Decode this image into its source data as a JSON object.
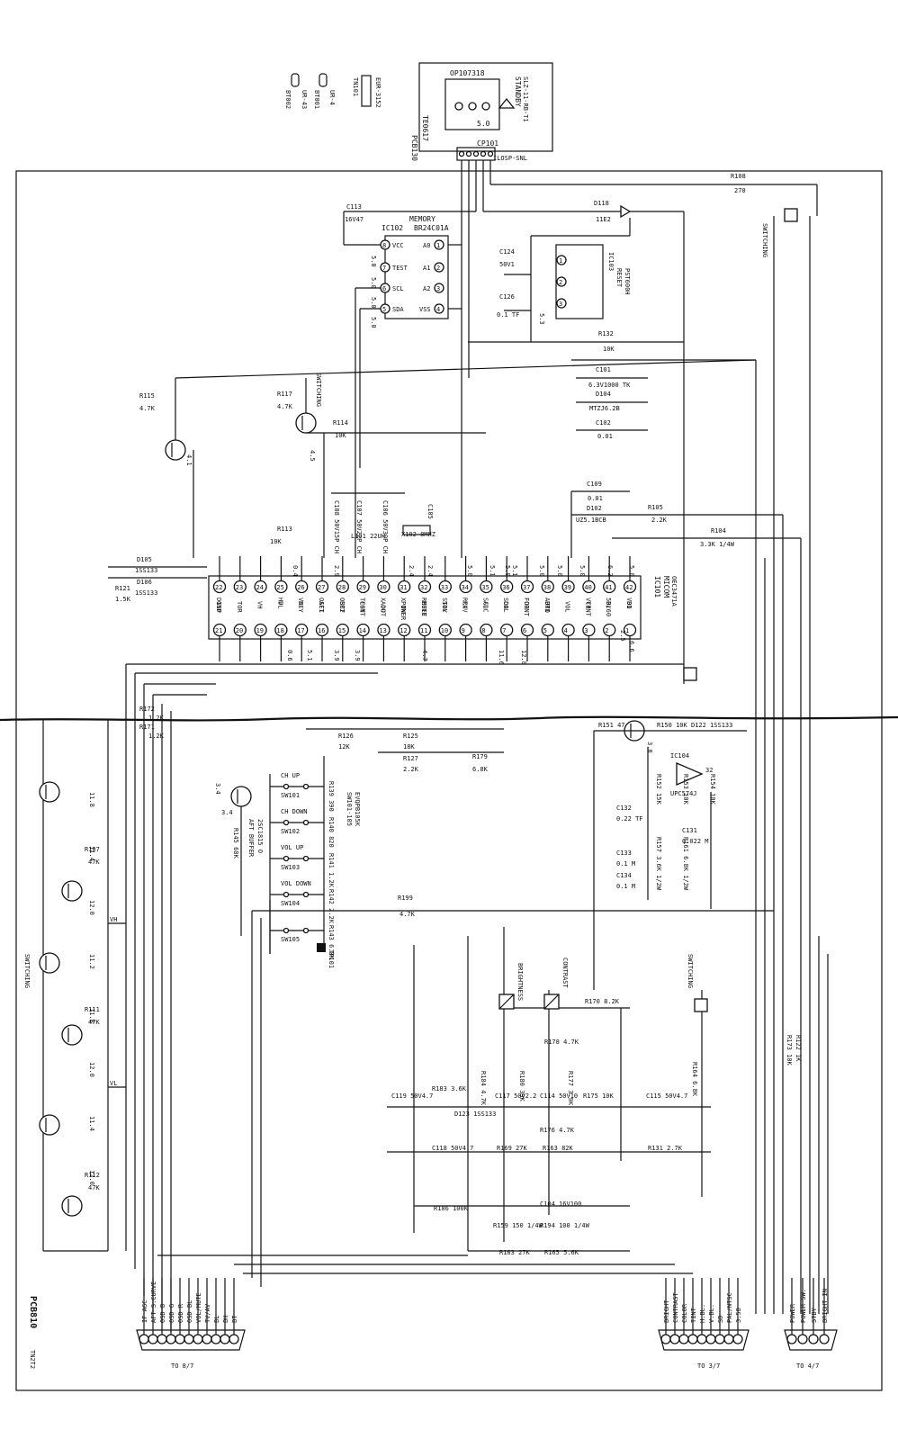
{
  "sheet": {
    "left_board": "PCB810",
    "left_code": "TN2T2",
    "to_left": "TO 8/7",
    "to_mid": "TO 3/7",
    "to_right": "TO 4/7"
  },
  "top_module": {
    "pcb": "PCB130",
    "part": "TE0617",
    "ic": "OP107318",
    "conn": "CP101",
    "conn_type": "ILOSP-SNL",
    "standby": "STANDBY",
    "led": "SLZ-11-RB-T1",
    "volt": "5.0"
  },
  "top_small": {
    "tp1": "TN101",
    "tp1_part": "EUR-3152",
    "tp2": "BT001",
    "tp2_part": "UR-4",
    "tp3": "BT002",
    "tp3_part": "UR-43"
  },
  "memory": {
    "label": "MEMORY",
    "ic": "IC102",
    "part": "BR24C01A",
    "pins": [
      {
        "n": "8",
        "name": "VCC"
      },
      {
        "n": "7",
        "name": "TEST"
      },
      {
        "n": "6",
        "name": "SCL"
      },
      {
        "n": "5",
        "name": "SDA"
      },
      {
        "n": "1",
        "name": "A0"
      },
      {
        "n": "2",
        "name": "A1"
      },
      {
        "n": "3",
        "name": "A2"
      },
      {
        "n": "4",
        "name": "VSS"
      }
    ],
    "volts": [
      "5.0",
      "5.0",
      "5.0",
      "5.0"
    ]
  },
  "reset": {
    "ic": "IC103",
    "label": "RESET",
    "part": "PST600H",
    "pins": [
      "1",
      "2",
      "3"
    ],
    "volt": "5.3"
  },
  "cap_top": {
    "ref": "C113",
    "val": "16V47"
  },
  "d118": {
    "ref": "D118",
    "val": "11E2"
  },
  "r108": {
    "ref": "R108",
    "val": "270"
  },
  "c124": {
    "ref": "C124",
    "val": "50V1"
  },
  "c126": {
    "ref": "C126",
    "val": "0.1 TF"
  },
  "r132": {
    "ref": "R132",
    "val": "10K"
  },
  "c101": {
    "ref": "C101",
    "val": "6.3V1000 TK"
  },
  "d104": {
    "ref": "D104",
    "val": "MTZJ6.2B"
  },
  "c102": {
    "ref": "C102",
    "val": "0.01"
  },
  "c109": {
    "ref": "C109",
    "val": "0.01"
  },
  "d102": {
    "ref": "D102",
    "val": "UZ5.1BCB"
  },
  "r105": {
    "ref": "R105",
    "val": "2.2K"
  },
  "r104": {
    "ref": "R104",
    "val": "3.3K 1/4W"
  },
  "r114": {
    "ref": "R114",
    "val": "10K"
  },
  "r117": {
    "ref": "R117",
    "val": "4.7K"
  },
  "r115": {
    "ref": "R115",
    "val": "4.7K"
  },
  "d105": {
    "ref": "D105",
    "val": "1SS133"
  },
  "d106": {
    "ref": "D106",
    "val": "1SS133"
  },
  "r121": {
    "ref": "R121",
    "val": "1.5K"
  },
  "r113": {
    "ref": "R113",
    "val": "10K"
  },
  "r126": {
    "ref": "R126",
    "val": "12K"
  },
  "r125": {
    "ref": "R125",
    "val": "18K"
  },
  "r127": {
    "ref": "R127",
    "val": "2.2K"
  },
  "r179": {
    "ref": "R179",
    "val": "6.8K"
  },
  "r172": {
    "ref": "R172",
    "val": "1.2K"
  },
  "r171": {
    "ref": "R171",
    "val": "1.2K"
  },
  "r107": {
    "ref": "R107",
    "val": "47K"
  },
  "r111": {
    "ref": "R111",
    "val": "47K"
  },
  "r112": {
    "ref": "R112",
    "val": "47K"
  },
  "r199": {
    "ref": "R199",
    "val": "4.7K"
  },
  "micom": {
    "ic": "IC101",
    "label": "MICOM",
    "part": "OEC3471A",
    "top_pins": [
      {
        "n": "22",
        "name": "DISP"
      },
      {
        "n": "23",
        "name": ""
      },
      {
        "n": "24",
        "name": ""
      },
      {
        "n": "25",
        "name": "HD"
      },
      {
        "n": "26",
        "name": "VD"
      },
      {
        "n": "27",
        "name": "OSC1"
      },
      {
        "n": "28",
        "name": "OSC2"
      },
      {
        "n": "29",
        "name": "TEST"
      },
      {
        "n": "30",
        "name": "X OUT"
      },
      {
        "n": "31",
        "name": "X IN"
      },
      {
        "n": "32",
        "name": "RESET"
      },
      {
        "n": "33",
        "name": "STBY"
      },
      {
        "n": "34",
        "name": "RCV"
      },
      {
        "n": "35",
        "name": "SCL"
      },
      {
        "n": "36",
        "name": "SDA"
      },
      {
        "n": "37",
        "name": "FOR"
      },
      {
        "n": "38",
        "name": "AUTO"
      },
      {
        "n": "39",
        "name": ""
      },
      {
        "n": "40",
        "name": "VCR"
      },
      {
        "n": "41",
        "name": "50/60"
      },
      {
        "n": "42",
        "name": "VDD"
      }
    ],
    "bottom_pins": [
      {
        "n": "21",
        "name": "GND"
      },
      {
        "n": "20",
        "name": "TOR"
      },
      {
        "n": "19",
        "name": "VH"
      },
      {
        "n": "18",
        "name": "VL"
      },
      {
        "n": "17",
        "name": "KEY"
      },
      {
        "n": "16",
        "name": "AFT"
      },
      {
        "n": "15",
        "name": "BRT"
      },
      {
        "n": "14",
        "name": "CONT"
      },
      {
        "n": "13",
        "name": "ADO"
      },
      {
        "n": "12",
        "name": "POWER"
      },
      {
        "n": "11",
        "name": "MUTE"
      },
      {
        "n": "10",
        "name": "SOL"
      },
      {
        "n": "9",
        "name": "RAV"
      },
      {
        "n": "8",
        "name": "ADC"
      },
      {
        "n": "7",
        "name": "COL"
      },
      {
        "n": "6",
        "name": "CONT"
      },
      {
        "n": "5",
        "name": "BRI"
      },
      {
        "n": "4",
        "name": "VOL"
      },
      {
        "n": "3",
        "name": "TINT"
      },
      {
        "n": "2",
        "name": "BL"
      },
      {
        "n": "1",
        "name": "B1"
      }
    ]
  },
  "osc_parts": {
    "c108": "C108 50V15P CH",
    "c107": "C107 50V22P CH",
    "l101": "L101 22UH",
    "c106": "C106 50V30P CH",
    "x102": "X102 8MHZ",
    "c105": "C105"
  },
  "keys": {
    "ref": "SW101-105",
    "part": "EVQPB105K",
    "items": [
      {
        "sw": "SW101",
        "name": "CH UP",
        "r": "R139 390"
      },
      {
        "sw": "SW102",
        "name": "CH DOWN",
        "r": "R140 820"
      },
      {
        "sw": "SW103",
        "name": "VOL UP",
        "r": "R141 1.2K"
      },
      {
        "sw": "SW104",
        "name": "VOL DOWN",
        "r": "R142 2.2K"
      },
      {
        "sw": "SW105",
        "name": "",
        "r": "R143 6.8K"
      }
    ],
    "tp": "TP101"
  },
  "aft_buffer": {
    "label": "AFT BUFFER",
    "q": "2SC1815 O",
    "r": "R145 68K",
    "volt": "3.4"
  },
  "ic104": {
    "ref": "IC104",
    "part": "UPC574J",
    "volt": "32"
  },
  "q_mid": {
    "r151": "R151 47",
    "r150": "R150 10K",
    "d122": "D122 1SS133"
  },
  "caps_mid": [
    {
      "ref": "C132",
      "val": "0.22 TF"
    },
    {
      "ref": "C131",
      "val": "0.022 M"
    },
    {
      "ref": "C133",
      "val": "0.1 M"
    },
    {
      "ref": "C134",
      "val": "0.1 M"
    }
  ],
  "res_mid": [
    {
      "ref": "R152",
      "val": "15K"
    },
    {
      "ref": "R153",
      "val": "10K"
    },
    {
      "ref": "R154",
      "val": "10K"
    },
    {
      "ref": "R157",
      "val": "3.6K 1/2W"
    },
    {
      "ref": "R161",
      "val": "6.8K 1/2W"
    }
  ],
  "lower": {
    "c119": "C119 50V4.7",
    "r183": "R183 3.6K",
    "d123": "D123 1SS133",
    "c117": "C117 50V2.2",
    "c114": "C114 50V10",
    "r175": "R175 10K",
    "c115": "C115 50V4.7",
    "c118": "C118 50V4.7",
    "r169": "R169 27K",
    "r163": "R163 82K",
    "r131": "R131 2.7K",
    "r176": "R176 4.7K",
    "r178": "R178 4.7K",
    "r170": "R170 8.2K",
    "r184": "R184 4.7K",
    "r180": "R180 39K",
    "r177": "R177 3.9K",
    "r164": "R164 6.8K",
    "r186": "R186 100K",
    "c104": "C104 16V100",
    "r159": "R159 150 1/4W",
    "r194": "R194 100 1/4W",
    "r183b": "R183 27K",
    "r165": "R165 5.6K",
    "r173": "R173 10K",
    "r122": "R122 1K",
    "contrast": "CONTRAST",
    "brightness": "BRIGHTNESS"
  },
  "left_switch": {
    "volts": [
      "11.8",
      "11.4",
      "12.0",
      "11.2",
      "11.8",
      "12.0",
      "11.4",
      "12.0"
    ],
    "labels": [
      "SWITCHING",
      "SWITCHING",
      "SWITCHING",
      "SWITCHING"
    ],
    "vh": "VH",
    "vl": "VL"
  },
  "connectors": {
    "left": [
      "IF AGC",
      "AFT S.CURVE",
      "OSD B",
      "OSD G",
      "OSD R",
      "OSD BL",
      "VOL/MUTE",
      "TV/AV",
      "BL",
      "BH",
      "BT"
    ],
    "mid": [
      "BRIGHT",
      "CONTRAST",
      "COLOR",
      "TINT",
      "H.BL.",
      "V.BL.",
      "SD",
      "PAL/NTSC",
      "3.58"
    ],
    "right": [
      "POWER",
      "POWER SW.",
      "STBY",
      "BRIGHT IN"
    ]
  },
  "volt_labels": [
    "5.0",
    "5.1",
    "5.1",
    "5.0",
    "5.0",
    "5.0",
    "5.0",
    "2.5",
    "3.9",
    "3.9",
    "2.4",
    "2.4",
    "4.7",
    "0.6",
    "5.1",
    "2.9",
    "3.4",
    "4.1",
    "4.5",
    "5.0",
    "6.2",
    "6.6",
    "0.4",
    "11.6",
    "12.8",
    "3.0"
  ]
}
